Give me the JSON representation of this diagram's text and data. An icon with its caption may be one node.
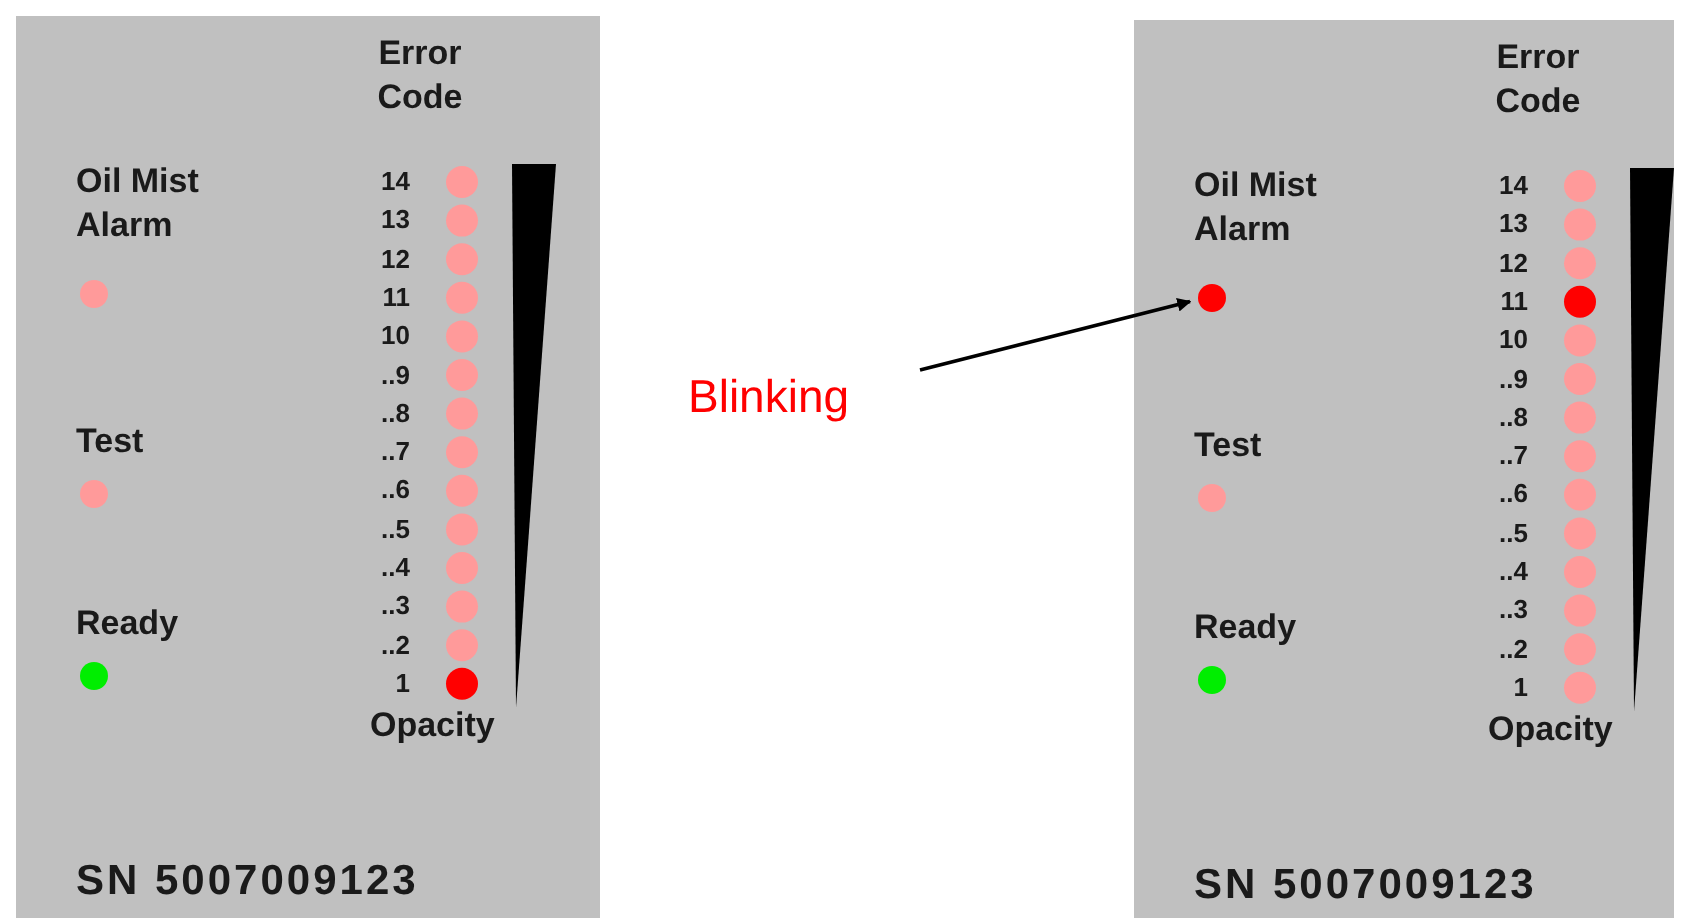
{
  "diagram": {
    "nodes": [
      {
        "text": [
          "Error Code",
          "Oil Mist Alarm",
          "14",
          "13",
          "12",
          "11",
          "10",
          "..9",
          "..8",
          "..7",
          "..6",
          "..5",
          "..4",
          "..3",
          "..2",
          "1",
          "Test",
          "Ready",
          "Opacity",
          "SN 5007009123"
        ]
      },
      {
        "text": [
          "Error Code",
          "Oil Mist Alarm",
          "14",
          "13",
          "12",
          "11",
          "10",
          "..9",
          "..8",
          "..7",
          "..6",
          "..5",
          "..4",
          "..3",
          "..2",
          "1",
          "Test",
          "Ready",
          "Opacity",
          "SN 5007009123"
        ]
      },
      {
        "text": [
          "Blinking"
        ]
      },
      {
        "text": [],
        "shape": "circle",
        "in": 1
      }
    ],
    "edges": [
      {
        "from": 2,
        "to": 3,
        "arrow": "to"
      }
    ]
  }
}
